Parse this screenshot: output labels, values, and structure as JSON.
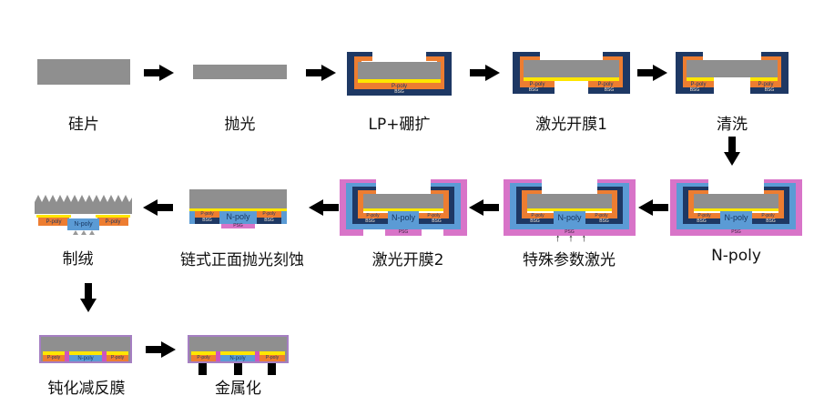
{
  "diagram": {
    "type": "process-flow",
    "rows": 3,
    "step_count": 12
  },
  "steps": [
    {
      "id": "silicon-wafer",
      "label": "硅片"
    },
    {
      "id": "polish",
      "label": "抛光"
    },
    {
      "id": "lp-boron",
      "label": "LP+硼扩"
    },
    {
      "id": "laser-open-1",
      "label": "激光开膜1"
    },
    {
      "id": "clean",
      "label": "清洗"
    },
    {
      "id": "n-poly",
      "label": "N-poly"
    },
    {
      "id": "special-laser",
      "label": "特殊参数激光"
    },
    {
      "id": "laser-open-2",
      "label": "激光开膜2"
    },
    {
      "id": "chain-front-etch",
      "label": "链式正面抛光刻蚀"
    },
    {
      "id": "texturing",
      "label": "制绒"
    },
    {
      "id": "passivation-arc",
      "label": "钝化减反膜"
    },
    {
      "id": "metallization",
      "label": "金属化"
    }
  ],
  "layers": {
    "p_poly": "P-poly",
    "bsg": "BSG",
    "n_poly": "N-poly",
    "psg": "PSG"
  },
  "icons": {
    "up_arrow": "↑"
  },
  "colors": {
    "gray": "#8f8f8f",
    "navy": "#1e3864",
    "orange": "#ed7d31",
    "yellow": "#ffe600",
    "blue": "#5b9bd5",
    "pink": "#d874c8",
    "magenta": "#cd55be",
    "purple": "#a57fc2",
    "arrow": "#000000"
  }
}
